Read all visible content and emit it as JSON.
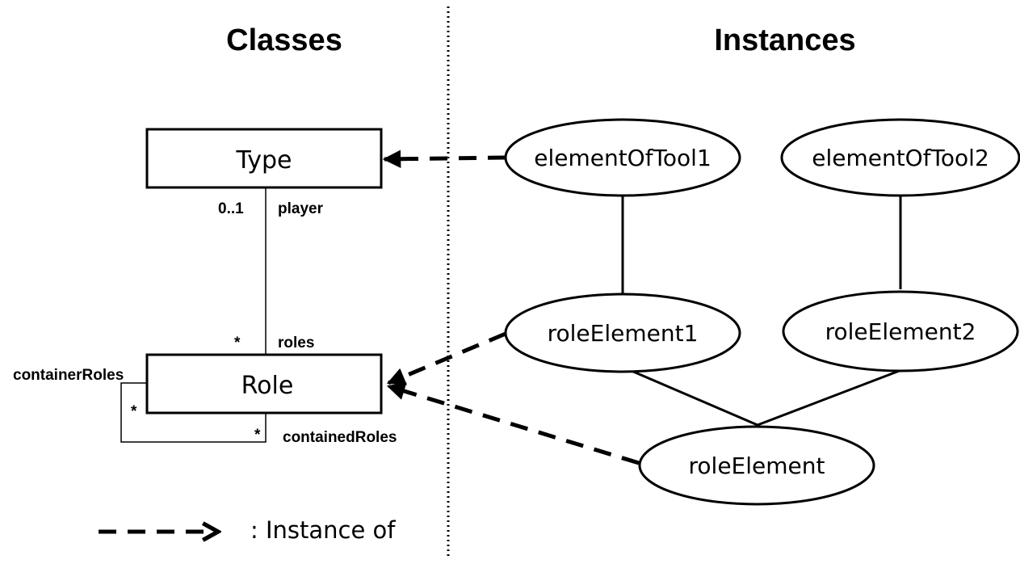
{
  "headings": {
    "classes": "Classes",
    "instances": "Instances"
  },
  "classes": {
    "type": "Type",
    "role": "Role"
  },
  "associations": {
    "type_multiplicity": "0..1",
    "player": "player",
    "role_multiplicity": "*",
    "roles": "roles",
    "container_roles": "containerRoles",
    "container_multiplicity": "*",
    "contained_multiplicity": "*",
    "contained_roles": "containedRoles"
  },
  "instances": {
    "element_of_tool_1": "elementOfTool1",
    "element_of_tool_2": "elementOfTool2",
    "role_element_1": "roleElement1",
    "role_element_2": "roleElement2",
    "role_element": "roleElement"
  },
  "legend": {
    "instance_of": ": Instance of"
  }
}
